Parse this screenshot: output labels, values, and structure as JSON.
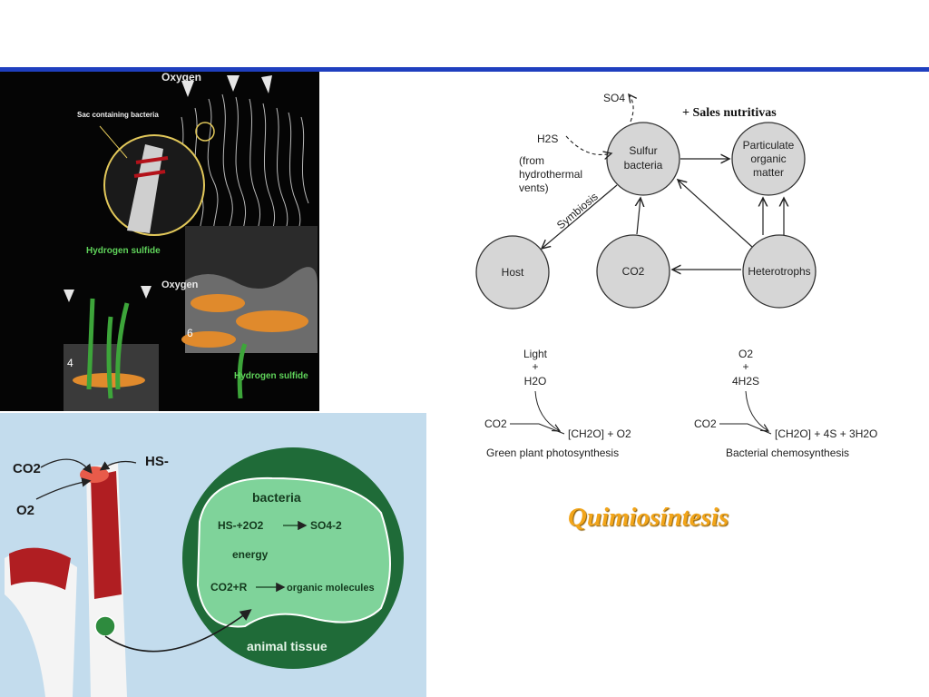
{
  "slide": {
    "title": "Quimiosíntesis",
    "accent_bar_color": "#1f3fbf",
    "title_color": "#f2a51a"
  },
  "tube_worm_photo": {
    "label_oxygen_top": "Oxygen",
    "label_oxygen_mid": "Oxygen",
    "label_sac": "Sac containing bacteria",
    "label_hs_left": "Hydrogen sulfide",
    "label_hs_right": "Hydrogen sulfide",
    "number_left": "4",
    "number_right": "6"
  },
  "chemo_illustration": {
    "co2": "CO2",
    "o2": "O2",
    "hs": "HS-",
    "bacteria": "bacteria",
    "reaction1_left": "HS-+2O2",
    "reaction1_right": "SO4-2",
    "energy": "energy",
    "reaction2_left": "CO2+R",
    "reaction2_right": "organic molecules",
    "animal_tissue": "animal tissue"
  },
  "cycle_diagram": {
    "sales_label": "+ Sales nutritivas",
    "so4": "SO4",
    "h2s": "H2S",
    "h2s_source": [
      "(from",
      "hydrothermal",
      "vents)"
    ],
    "symbiosis": "Symbiosis",
    "nodes": {
      "sulfur_bacteria": [
        "Sulfur",
        "bacteria"
      ],
      "particulate": [
        "Particulate",
        "organic",
        "matter"
      ],
      "host": "Host",
      "co2": "CO2",
      "heterotrophs": "Heterotrophs"
    },
    "equation_left": {
      "top": [
        "Light",
        "+",
        "H2O"
      ],
      "reactant": "CO2",
      "product": "[CH2O] + O2",
      "caption": "Green plant photosynthesis"
    },
    "equation_right": {
      "top": [
        "O2",
        "+",
        "4H2S"
      ],
      "reactant": "CO2",
      "product": "[CH2O] + 4S + 3H2O",
      "caption": "Bacterial chemosynthesis"
    }
  }
}
